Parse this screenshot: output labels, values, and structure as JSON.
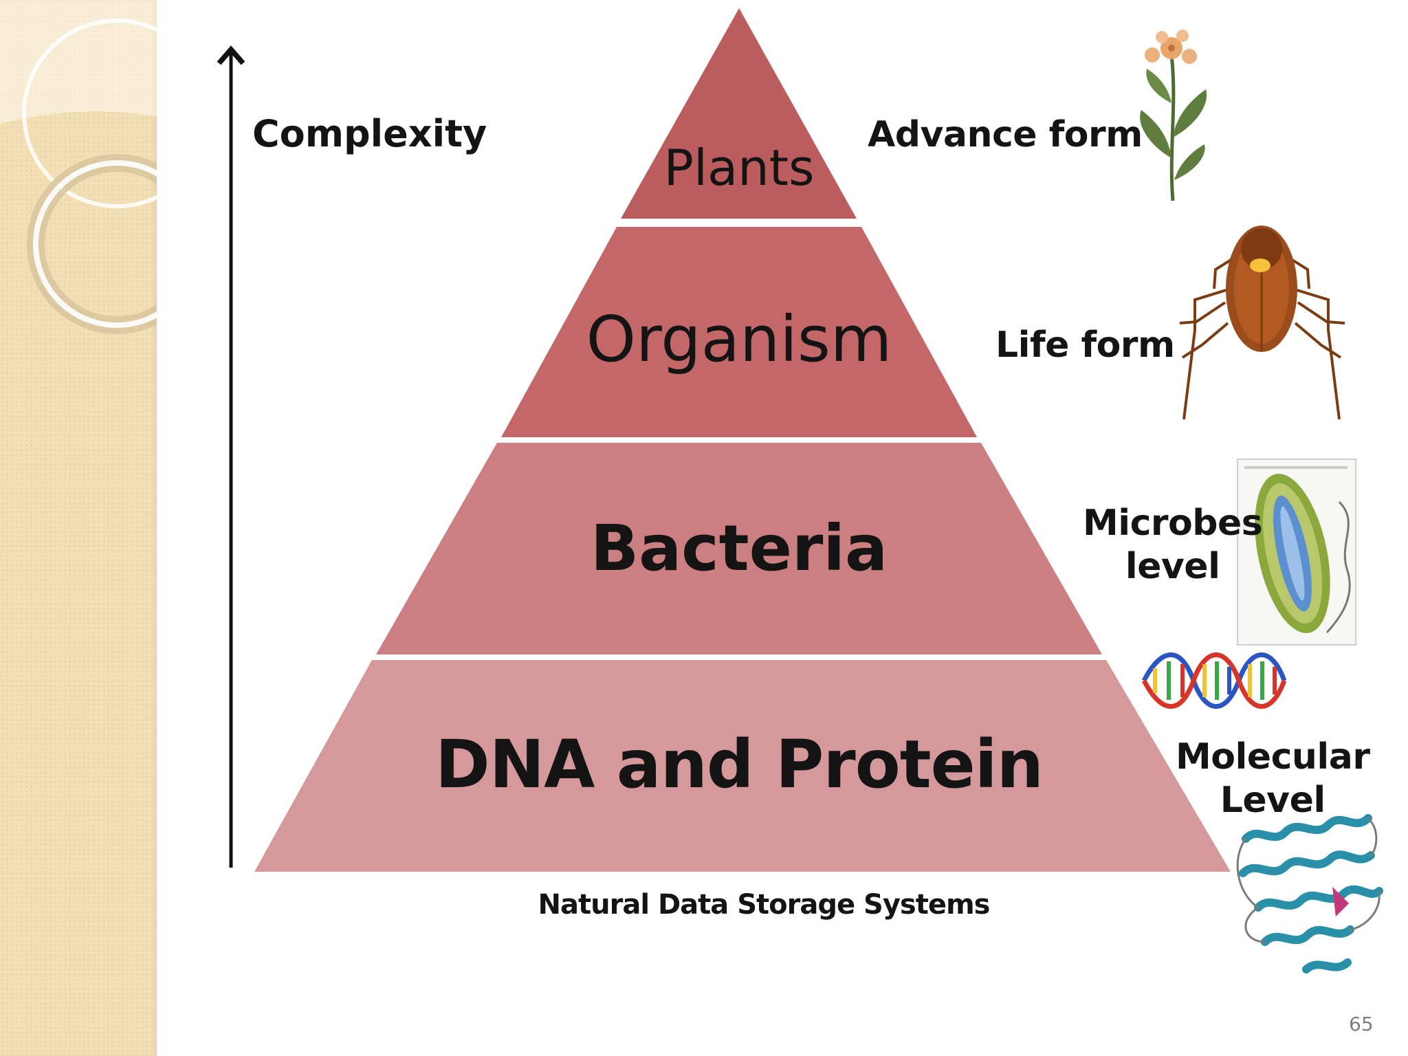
{
  "diagram": {
    "axis_label": "Complexity",
    "layers": [
      {
        "label": "Plants",
        "side_label": "Advance form",
        "color": "#bb5c5e"
      },
      {
        "label": "Organism",
        "side_label": "Life form",
        "color": "#c36769"
      },
      {
        "label": "Bacteria",
        "side_label_lines": [
          "Microbes",
          "level"
        ],
        "color": "#cc7f80"
      },
      {
        "label": "DNA and Protein",
        "side_label_lines": [
          "Molecular",
          "Level"
        ],
        "color": "#d5999b"
      }
    ],
    "caption": "Natural Data Storage Systems"
  },
  "icons": [
    "flower-icon",
    "cockroach-icon",
    "bacterium-icon",
    "dna-helix-icon",
    "protein-structure-icon"
  ],
  "colors": {
    "band": "#f2dfb4",
    "text": "#141414"
  },
  "slide": {
    "page_number": "65"
  }
}
